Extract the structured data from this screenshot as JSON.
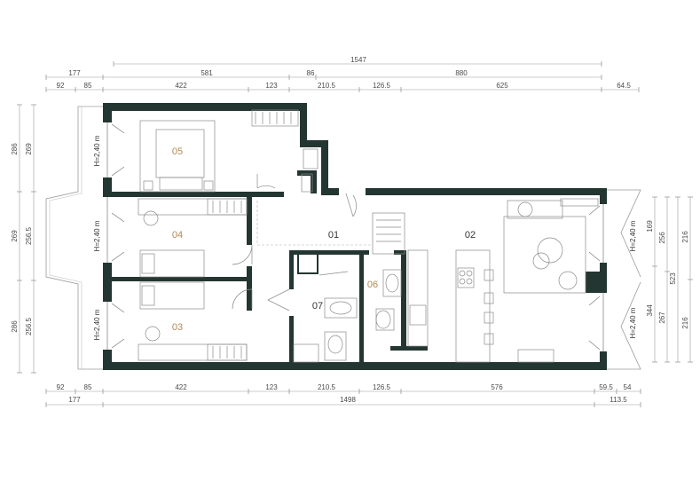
{
  "colors": {
    "wall": "#243631",
    "room_number": "#b08a55",
    "dimension": "#4a4a4a"
  },
  "dimensions": {
    "top_total": "1547",
    "top_mid": [
      "177",
      "581",
      "86",
      "880"
    ],
    "top_inner": [
      "92",
      "85",
      "422",
      "123",
      "210.5",
      "126.5",
      "625",
      "64.5"
    ],
    "bottom_inner": [
      "92",
      "85",
      "422",
      "123",
      "210.5",
      "126.5",
      "576",
      "59.5",
      "54"
    ],
    "bottom_outer": [
      "177",
      "1498",
      "113.5"
    ],
    "left_outer": [
      "286",
      "269",
      "286"
    ],
    "left_inner": [
      "269",
      "256.5",
      "256.5"
    ],
    "right_a": [
      "169",
      "344"
    ],
    "right_b": [
      "256",
      "267"
    ],
    "right_c": [
      "523"
    ],
    "right_d": [
      "216",
      "216"
    ]
  },
  "rooms": [
    "05",
    "04",
    "03",
    "01",
    "02",
    "06",
    "07"
  ],
  "ceiling_height": "H=2,40 m"
}
